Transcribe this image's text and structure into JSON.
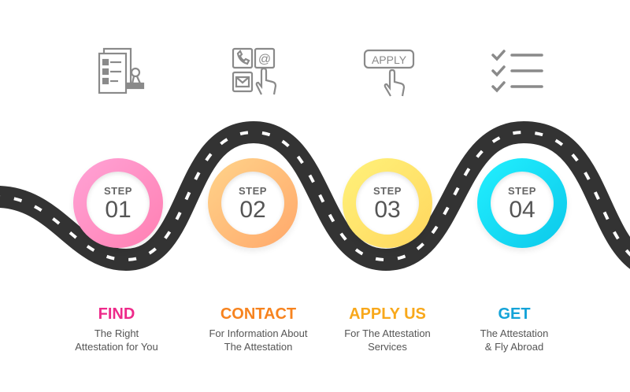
{
  "steps": [
    {
      "step_word": "STEP",
      "number": "01",
      "title": "FIND",
      "desc_line1": "The Right",
      "desc_line2": "Attestation for You",
      "color": "#ee2a8a",
      "ring_from": "#ffa3d6",
      "ring_to": "#ff7fb2",
      "icon": "documents-stamp-icon"
    },
    {
      "step_word": "STEP",
      "number": "02",
      "title": "CONTACT",
      "desc_line1": "For Information About",
      "desc_line2": "The Attestation",
      "color": "#f7831e",
      "ring_from": "#ffd38a",
      "ring_to": "#ffa86b",
      "icon": "contact-touch-icon"
    },
    {
      "step_word": "STEP",
      "number": "03",
      "title": "APPLY US",
      "desc_line1": "For The Attestation",
      "desc_line2": "Services",
      "color": "#f8a81b",
      "ring_from": "#fff27a",
      "ring_to": "#ffd65e",
      "icon": "apply-button-click-icon"
    },
    {
      "step_word": "STEP",
      "number": "04",
      "title": "GET",
      "desc_line1": "The Attestation",
      "desc_line2": "& Fly Abroad",
      "color": "#14a3d8",
      "ring_from": "#22f0ff",
      "ring_to": "#0cc8ea",
      "icon": "checklist-icon"
    }
  ],
  "apply_icon_text": "APPLY",
  "road_color": "#333333",
  "icon_color": "#8a8a8a"
}
